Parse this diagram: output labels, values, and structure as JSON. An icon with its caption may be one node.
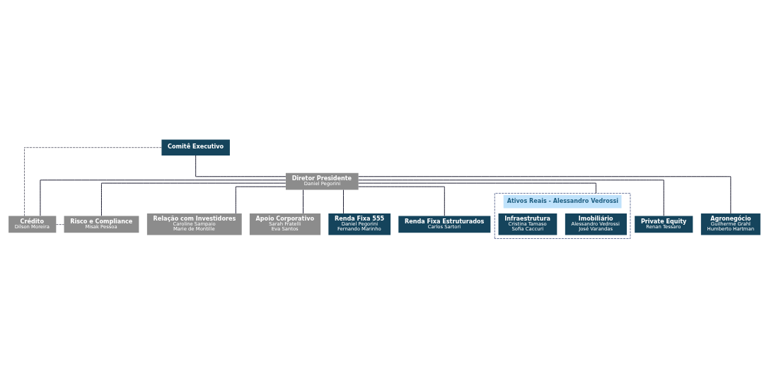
{
  "diagram": {
    "nodes": [
      {
        "text": [
          "Comitê Executivo"
        ]
      },
      {
        "text": [
          "Diretor Presidente",
          "Daniel Pegorini"
        ]
      },
      {
        "text": [
          "Crédito",
          "Dilson Moreira"
        ]
      },
      {
        "text": [
          "Risco e Compliance",
          "Misak Pessoa"
        ]
      },
      {
        "text": [
          "Relação com Investidores",
          "Caroline Sampaio",
          "Marie de Montille"
        ]
      },
      {
        "text": [
          "Apoio Corporativo",
          "Sarah Fratelli",
          "Eva Santos"
        ]
      },
      {
        "text": [
          "Renda Fixa 555",
          "Daniel Pegorini",
          "Fernando Marinho"
        ]
      },
      {
        "text": [
          "Renda Fixa Estruturados",
          "Carlos Sartori"
        ]
      },
      {
        "text": [
          "Ativos Reais - Alessandro Vedrossi"
        ]
      },
      {
        "text": [
          "Imobiliário",
          "Alessandro Vedrossi",
          "José Varandas"
        ],
        "in": 8
      },
      {
        "text": [
          "Infraestrutura",
          "Cristina Tamaso",
          "Sofia Caccuri"
        ],
        "in": 8
      },
      {
        "text": [
          "Private Equity",
          "Renan Tessaro"
        ]
      },
      {
        "text": [
          "Agronegócio",
          "Guilherme Grahl",
          "Humberto Hartman"
        ]
      }
    ],
    "edges": [
      {
        "from": 0,
        "to": 1,
        "arrow": "none"
      },
      {
        "from": 0,
        "to": 2,
        "arrow": "none",
        "style": "dashed"
      },
      {
        "from": 2,
        "to": 3,
        "arrow": "none",
        "style": "dashed"
      },
      {
        "from": 1,
        "to": 2,
        "arrow": "none"
      },
      {
        "from": 1,
        "to": 3,
        "arrow": "none"
      },
      {
        "from": 1,
        "to": 4,
        "arrow": "none"
      },
      {
        "from": 1,
        "to": 5,
        "arrow": "none"
      },
      {
        "from": 1,
        "to": 6,
        "arrow": "none"
      },
      {
        "from": 1,
        "to": 7,
        "arrow": "none"
      },
      {
        "from": 1,
        "to": 8,
        "arrow": "none"
      },
      {
        "from": 1,
        "to": 11,
        "arrow": "none"
      },
      {
        "from": 1,
        "to": 12,
        "arrow": "none"
      }
    ]
  }
}
